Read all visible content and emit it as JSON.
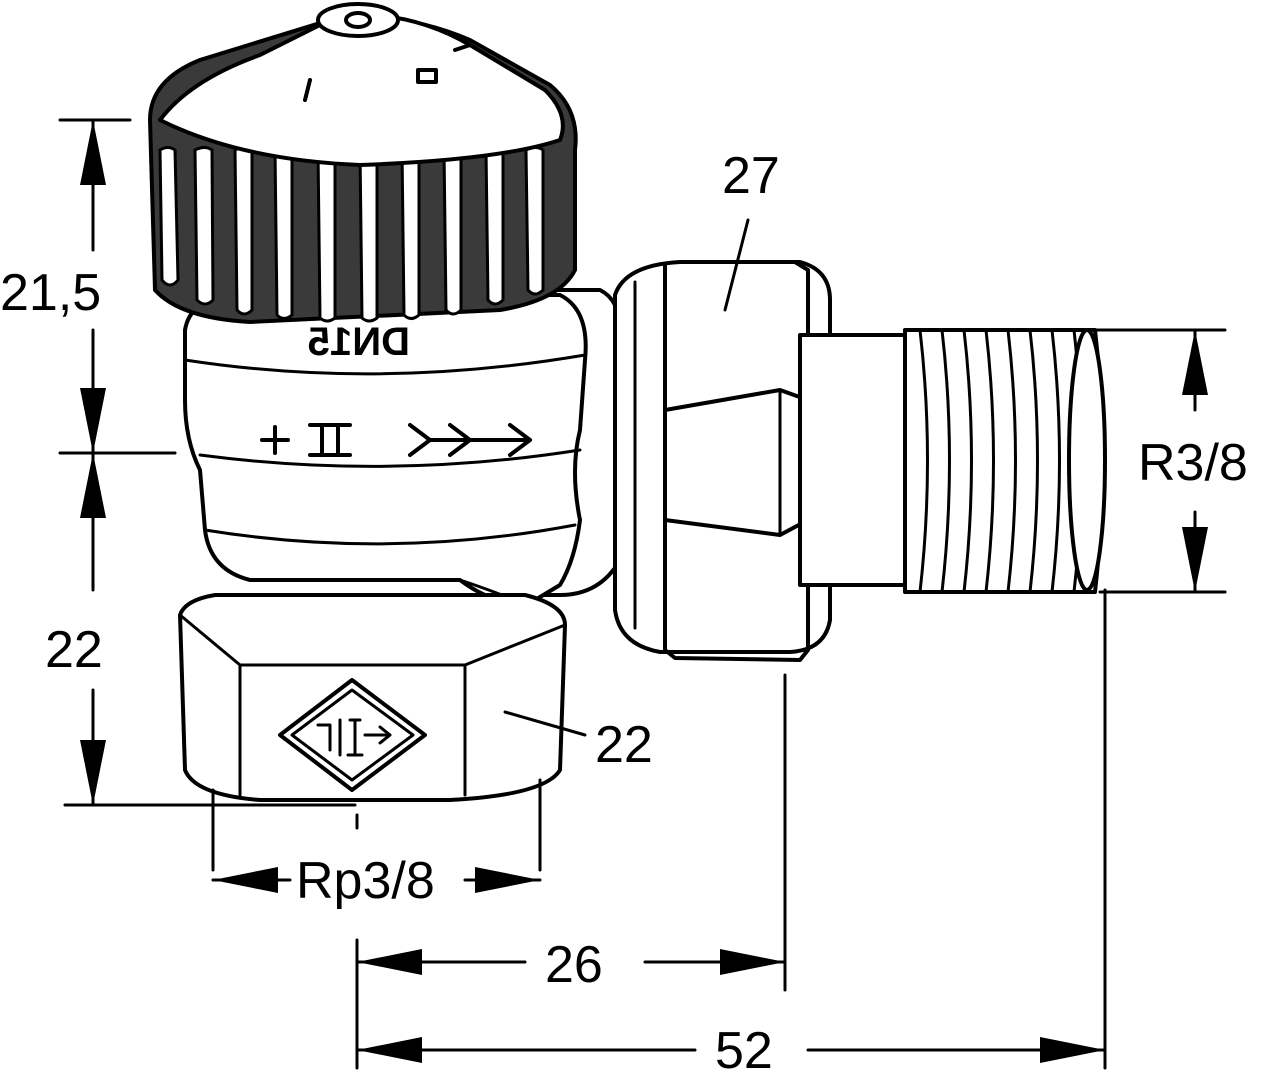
{
  "diagram": {
    "product_marking": "DN15",
    "dimensions": {
      "knob_height": "21,5",
      "body_height": "22",
      "outlet_nut_width": "27",
      "inlet_nut_width": "22",
      "outlet_thread": "R3/8",
      "inlet_thread": "Rp3/8",
      "axis_to_nut": "26",
      "axis_to_end": "52"
    }
  }
}
